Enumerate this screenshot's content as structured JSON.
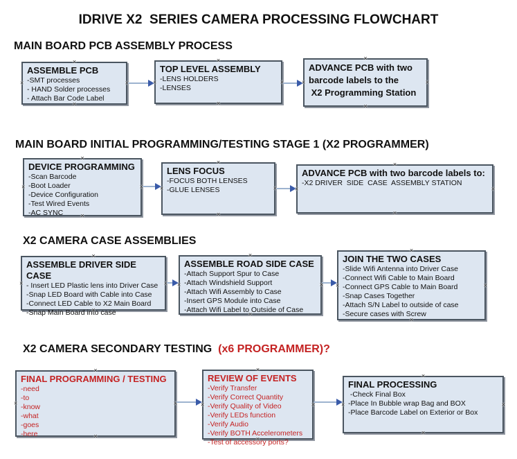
{
  "title": "IDRIVE X2  SERIES CAMERA PROCESSING FLOWCHART",
  "marker": "×",
  "colors": {
    "box_fill": "#dde6f1",
    "box_border": "#4a5560",
    "box_shadow": "#9096a0",
    "red_text": "#c42222",
    "arrow_line": "#9db3cf",
    "arrow_head": "#3a5ba9",
    "text": "#111111",
    "background": "#ffffff"
  },
  "sections": [
    {
      "header": "MAIN BOARD PCB ASSEMBLY PROCESS",
      "boxes": [
        {
          "title": "ASSEMBLE PCB",
          "items": [
            "-SMT processes",
            "- HAND Solder processes",
            "- Attach Bar Code Label"
          ]
        },
        {
          "title": "TOP LEVEL ASSEMBLY",
          "items": [
            "-LENS HOLDERS",
            "-LENSES"
          ]
        },
        {
          "title": "ADVANCE PCB with two\nbarcode labels to the\n X2 Programming Station",
          "items": []
        }
      ]
    },
    {
      "header": "MAIN BOARD INITIAL PROGRAMMING/TESTING STAGE 1 (X2 PROGRAMMER)",
      "boxes": [
        {
          "title": "DEVICE PROGRAMMING",
          "items": [
            "-Scan Barcode",
            "-Boot Loader",
            "-Device Configuration",
            "-Test Wired Events",
            "-AC SYNC"
          ]
        },
        {
          "title": "LENS FOCUS",
          "items": [
            "-FOCUS BOTH LENSES",
            "-GLUE LENSES"
          ]
        },
        {
          "title": "ADVANCE PCB with two barcode labels to:",
          "items": [
            "-X2 DRIVER  SIDE  CASE  ASSEMBLY STATION"
          ]
        }
      ]
    },
    {
      "header": "X2 CAMERA CASE ASSEMBLIES",
      "boxes": [
        {
          "title": "ASSEMBLE DRIVER SIDE CASE",
          "items": [
            "- Insert LED Plastic lens into Driver Case",
            "-Snap LED Board with Cable into Case",
            "-Connect LED Cable to X2 Main Board",
            "-Snap Main Board into case"
          ]
        },
        {
          "title": "ASSEMBLE ROAD SIDE CASE",
          "items": [
            "-Attach Support Spur to Case",
            "-Attach Windshield Support",
            "-Attach Wifi Assembly to Case",
            "-Insert GPS Module into Case",
            "-Attach Wifi Label to Outside of Case"
          ]
        },
        {
          "title": "JOIN THE TWO CASES",
          "items": [
            "-Slide Wifi Antenna into Driver Case",
            "-Connect Wifi Cable to Main Board",
            "-Connect GPS Cable to Main Board",
            "-Snap Cases Together",
            "-Attach S/N Label to outside of case",
            "-Secure cases with Screw"
          ]
        }
      ]
    },
    {
      "header": "X2 CAMERA SECONDARY TESTING  ",
      "header_red": "(x6 PROGRAMMER)?",
      "boxes": [
        {
          "title": "FINAL PROGRAMMING / TESTING",
          "items": [
            "-need",
            "-to",
            "-know",
            "-what",
            "-goes",
            "-here"
          ]
        },
        {
          "title": "REVIEW OF EVENTS",
          "items": [
            "-Verify Transfer",
            "-Verify Correct Quantity",
            "-Verify Quality of Video",
            "-Verify LEDs function",
            "-Verify Audio",
            "-Verify BOTH Accelerometers",
            "-Test of accessory ports?"
          ]
        },
        {
          "title": "FINAL PROCESSING",
          "items": [
            " -Check Final Box",
            "-Place In Bubble wrap Bag and BOX",
            "-Place Barcode Label on Exterior or Box"
          ]
        }
      ]
    }
  ]
}
